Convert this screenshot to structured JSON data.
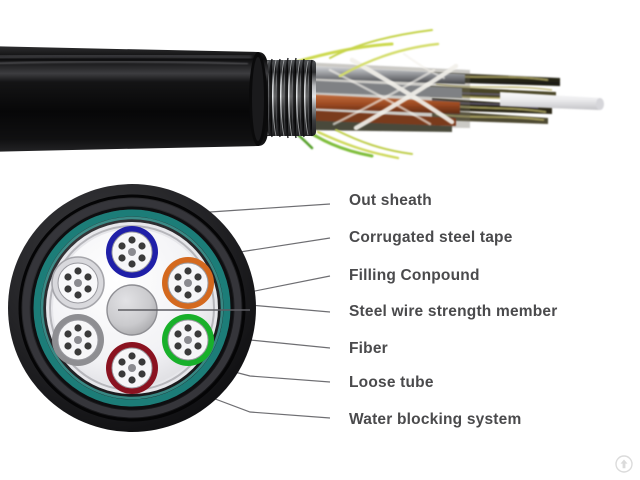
{
  "image": {
    "subject": "Armored fiber optic cable product photo with labeled cross-section diagram",
    "background_color": "#ffffff"
  },
  "photo": {
    "description": "Cut-away photograph of armored loose-tube fiber optic cable",
    "parts": [
      {
        "name": "outer-sheath",
        "color": "#141414"
      },
      {
        "name": "corrugated-steel-armor",
        "color": "#8f9194"
      },
      {
        "name": "loose-tubes-exposed",
        "color": "#b0552f"
      },
      {
        "name": "aramid-yarn",
        "color": "#f0eee8"
      },
      {
        "name": "ripcord-yellow-green",
        "color": "#c9d44a"
      },
      {
        "name": "central-strength-member-rod",
        "color": "#e8e8ea"
      },
      {
        "name": "fiber-bundles",
        "color": "#3a3524"
      }
    ]
  },
  "diagram": {
    "description": "Circular cross-section of the cable",
    "layers": [
      {
        "name": "outer-sheath",
        "color": "#1d1d1f"
      },
      {
        "name": "corrugated-steel-tape",
        "color": "#2b2b2e"
      },
      {
        "name": "water-blocking-system",
        "color": "#1c7d78"
      },
      {
        "name": "filling-compound",
        "color": "#f4f4f6"
      },
      {
        "name": "steel-wire-strength-member",
        "color": "#c9c9cb"
      }
    ],
    "loose_tubes": [
      {
        "position": "top",
        "color": "#2323b0",
        "fiber_count": 6
      },
      {
        "position": "upper-right",
        "color": "#d4691e",
        "fiber_count": 6
      },
      {
        "position": "lower-right",
        "color": "#18b02a",
        "fiber_count": 6
      },
      {
        "position": "bottom",
        "color": "#8a1220",
        "fiber_count": 6
      },
      {
        "position": "lower-left",
        "color": "#9a9a9c",
        "fiber_count": 6
      },
      {
        "position": "upper-left",
        "color": "#d9d9dd",
        "fiber_count": 6
      }
    ]
  },
  "labels": [
    {
      "id": "out-sheath",
      "text": "Out sheath"
    },
    {
      "id": "corrugated-steel-tape",
      "text": "Corrugated steel tape"
    },
    {
      "id": "filling-conpound",
      "text": "Filling Conpound"
    },
    {
      "id": "steel-wire-strength-member",
      "text": "Steel wire strength member"
    },
    {
      "id": "fiber",
      "text": "Fiber"
    },
    {
      "id": "loose-tube",
      "text": "Loose tube"
    },
    {
      "id": "water-blocking-system",
      "text": "Water blocking system"
    }
  ],
  "watermark": {
    "icon": "circled-up-arrow-icon",
    "color": "#b8b8b8"
  }
}
